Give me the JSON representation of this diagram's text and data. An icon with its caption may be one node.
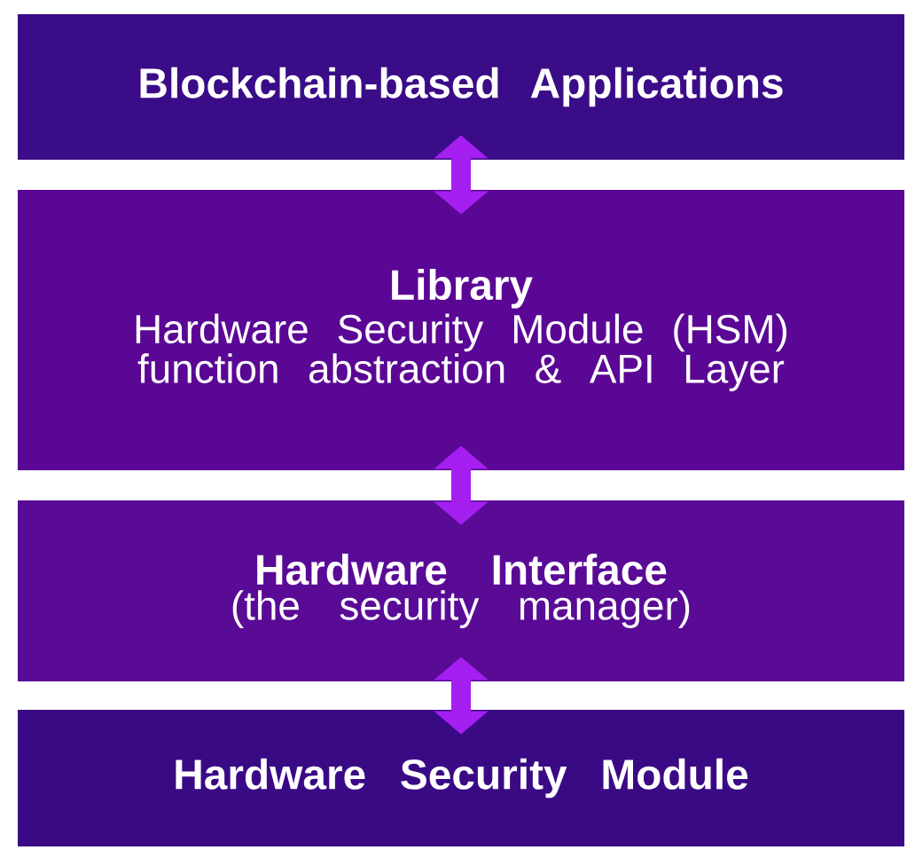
{
  "diagram": {
    "nodes": [
      {
        "text": [
          "Blockchain-based Applications"
        ]
      },
      {
        "text": [
          "Library",
          "Hardware Security Module (HSM) function abstraction & API Layer"
        ]
      },
      {
        "text": [
          "Hardware Interface",
          "(the security manager)"
        ]
      },
      {
        "text": [
          "Hardware Security Module"
        ]
      }
    ],
    "edges": [
      {
        "from": 0,
        "to": 1,
        "arrow": "both"
      },
      {
        "from": 1,
        "to": 2,
        "arrow": "both"
      },
      {
        "from": 2,
        "to": 3,
        "arrow": "both"
      }
    ]
  }
}
